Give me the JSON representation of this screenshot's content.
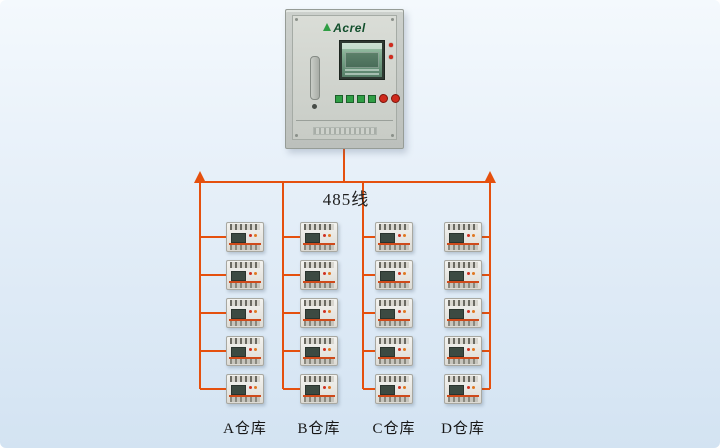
{
  "diagram": {
    "bus_label": "485线",
    "line_color": "#e5500e",
    "cabinet": {
      "brand": "Acrel"
    },
    "warehouses": [
      {
        "label": "A仓库",
        "device_count": 5
      },
      {
        "label": "B仓库",
        "device_count": 5
      },
      {
        "label": "C仓库",
        "device_count": 5
      },
      {
        "label": "D仓库",
        "device_count": 5
      }
    ]
  }
}
